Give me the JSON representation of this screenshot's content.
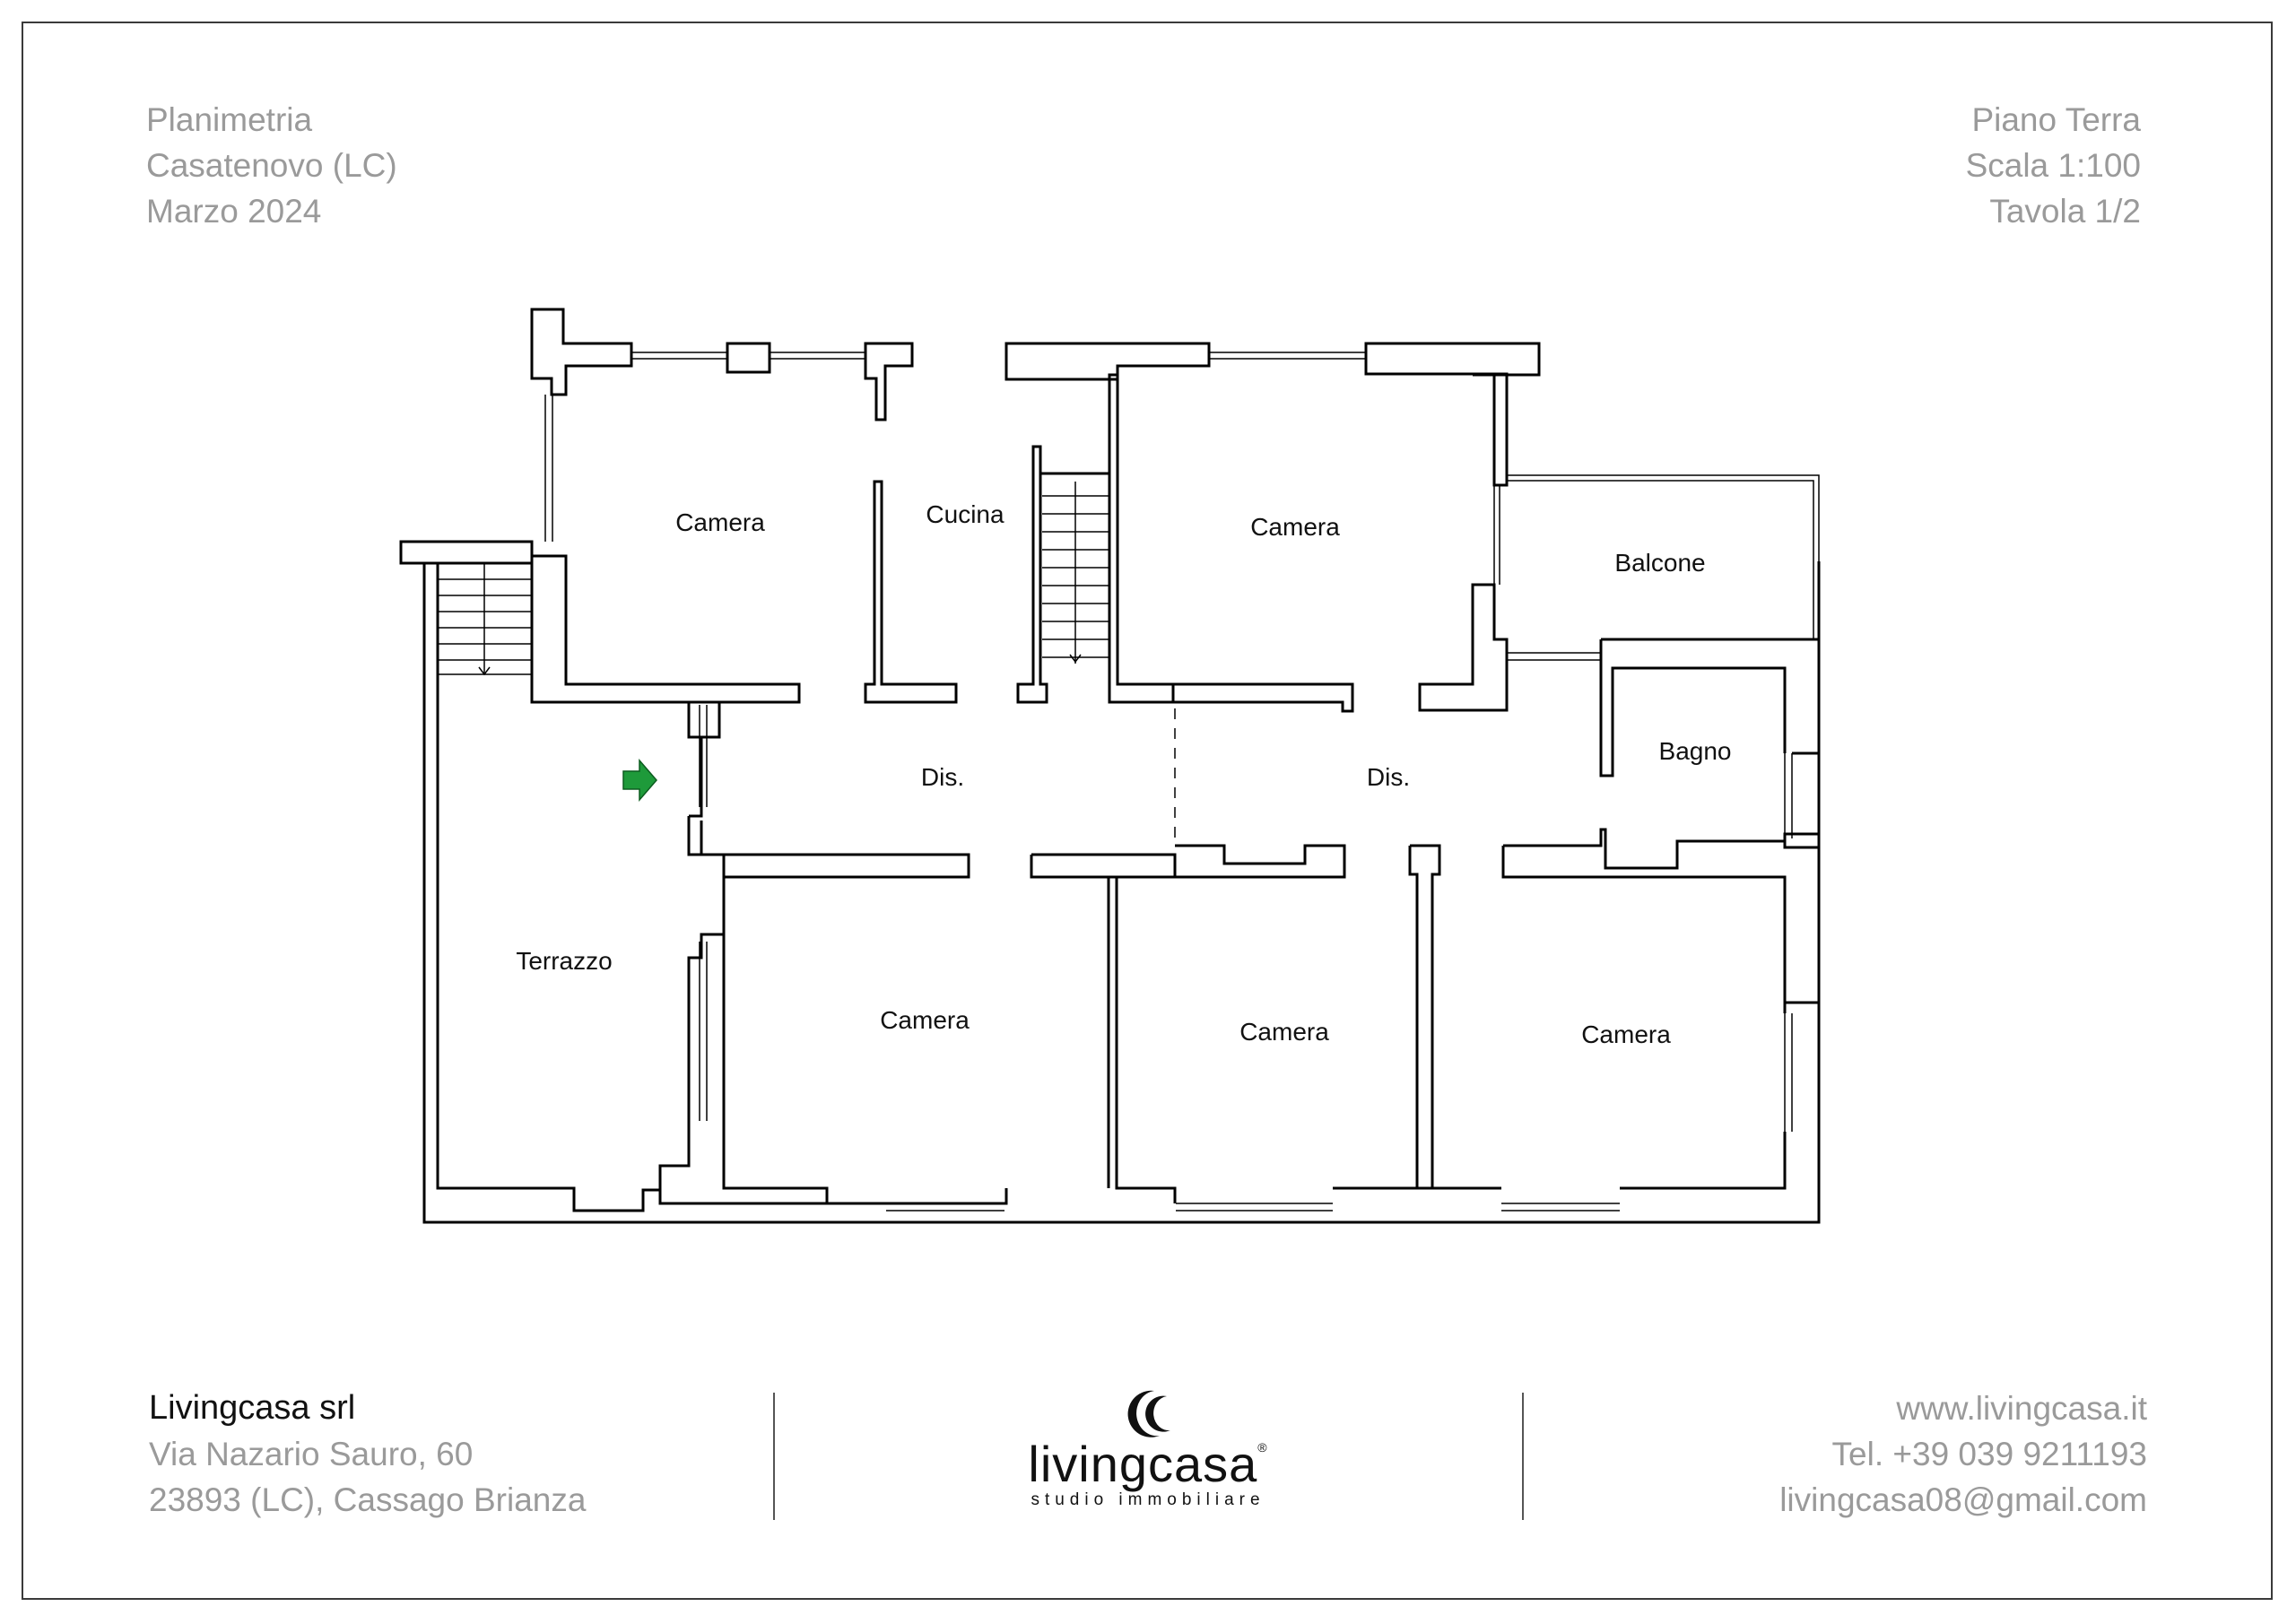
{
  "header_left": [
    "Planimetria",
    "Casatenovo (LC)",
    "Marzo 2024"
  ],
  "header_right": [
    "Piano Terra",
    "Scala 1:100",
    "Tavola 1/2"
  ],
  "rooms": {
    "camera_nw": "Camera",
    "cucina": "Cucina",
    "camera_n": "Camera",
    "balcone": "Balcone",
    "bagno": "Bagno",
    "dis_left": "Dis.",
    "dis_right": "Dis.",
    "terrazzo": "Terrazzo",
    "camera_sw": "Camera",
    "camera_s": "Camera",
    "camera_se": "Camera"
  },
  "colors": {
    "entrance_arrow": "#1e9a3a",
    "wall": "#000000",
    "frame": "#3a3a3a",
    "muted_text": "#9a9a9a"
  },
  "icons": {
    "entrance": "arrow-right-icon",
    "logo": "crescent-logo-icon"
  },
  "footer_left": {
    "company": "Livingcasa srl",
    "address": "Via Nazario Sauro, 60",
    "city": "23893 (LC), Cassago Brianza"
  },
  "logo": {
    "word": "livingcasa",
    "registered": "®",
    "tagline": "studio immobiliare"
  },
  "footer_right": [
    "www.livingcasa.it",
    "Tel. +39 039 9211193",
    "livingcasa08@gmail.com"
  ]
}
